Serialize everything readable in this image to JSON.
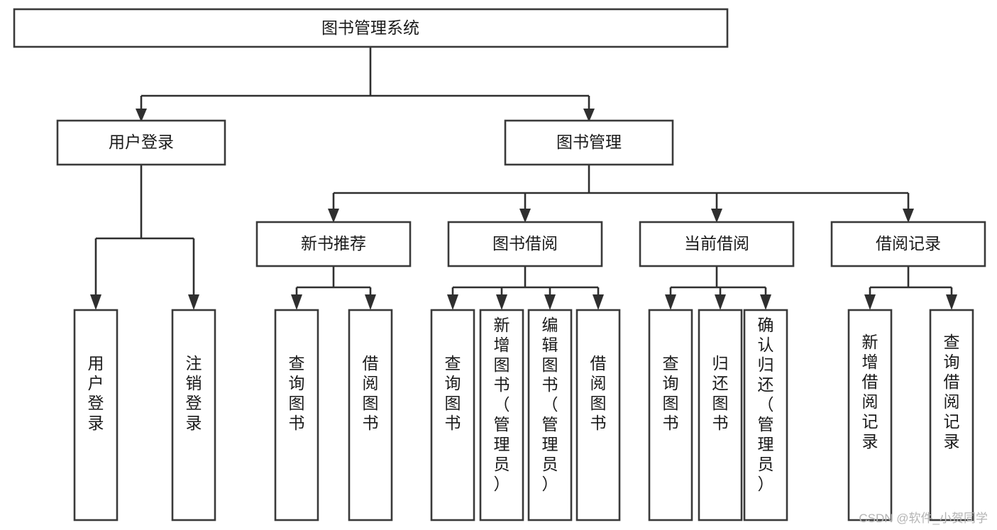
{
  "diagram": {
    "title": "图书管理系统",
    "type": "hierarchy-tree",
    "root": {
      "id": "root",
      "label": "图书管理系统",
      "orientation": "horizontal"
    },
    "level2": [
      {
        "id": "user-login",
        "label": "用户登录",
        "orientation": "horizontal"
      },
      {
        "id": "book-manage",
        "label": "图书管理",
        "orientation": "horizontal"
      }
    ],
    "level3": [
      {
        "id": "new-book-recommend",
        "label": "新书推荐",
        "orientation": "horizontal",
        "parent": "book-manage"
      },
      {
        "id": "book-borrow",
        "label": "图书借阅",
        "orientation": "horizontal",
        "parent": "book-manage"
      },
      {
        "id": "current-borrow",
        "label": "当前借阅",
        "orientation": "horizontal",
        "parent": "book-manage"
      },
      {
        "id": "borrow-record",
        "label": "借阅记录",
        "orientation": "horizontal",
        "parent": "book-manage"
      }
    ],
    "leaves": [
      {
        "id": "leaf-user-login",
        "label": "用户登录",
        "orientation": "vertical",
        "parent": "user-login"
      },
      {
        "id": "leaf-logout-login",
        "label": "注销登录",
        "orientation": "vertical",
        "parent": "user-login"
      },
      {
        "id": "leaf-query-book-1",
        "label": "查询图书",
        "orientation": "vertical",
        "parent": "new-book-recommend"
      },
      {
        "id": "leaf-borrow-book-1",
        "label": "借阅图书",
        "orientation": "vertical",
        "parent": "new-book-recommend"
      },
      {
        "id": "leaf-query-book-2",
        "label": "查询图书",
        "orientation": "vertical",
        "parent": "book-borrow"
      },
      {
        "id": "leaf-add-book",
        "label": "新增图书（管理员）",
        "orientation": "vertical",
        "parent": "book-borrow"
      },
      {
        "id": "leaf-edit-book",
        "label": "编辑图书（管理员）",
        "orientation": "vertical",
        "parent": "book-borrow"
      },
      {
        "id": "leaf-borrow-book-2",
        "label": "借阅图书",
        "orientation": "vertical",
        "parent": "book-borrow"
      },
      {
        "id": "leaf-query-book-3",
        "label": "查询图书",
        "orientation": "vertical",
        "parent": "current-borrow"
      },
      {
        "id": "leaf-return-book",
        "label": "归还图书",
        "orientation": "vertical",
        "parent": "current-borrow"
      },
      {
        "id": "leaf-confirm-return",
        "label": "确认归还（管理员）",
        "orientation": "vertical",
        "parent": "current-borrow"
      },
      {
        "id": "leaf-add-record",
        "label": "新增借阅记录",
        "orientation": "vertical",
        "parent": "borrow-record"
      },
      {
        "id": "leaf-query-record",
        "label": "查询借阅记录",
        "orientation": "vertical",
        "parent": "borrow-record"
      }
    ]
  },
  "watermark": {
    "text": "CSDN @软件_小贺同学"
  },
  "colors": {
    "background": "#ffffff",
    "node_fill": "#ffffff",
    "node_stroke": "#3a3a3a",
    "connector": "#2f2f2f",
    "label": "#1a1a1a",
    "watermark": "#b4b4b4"
  }
}
